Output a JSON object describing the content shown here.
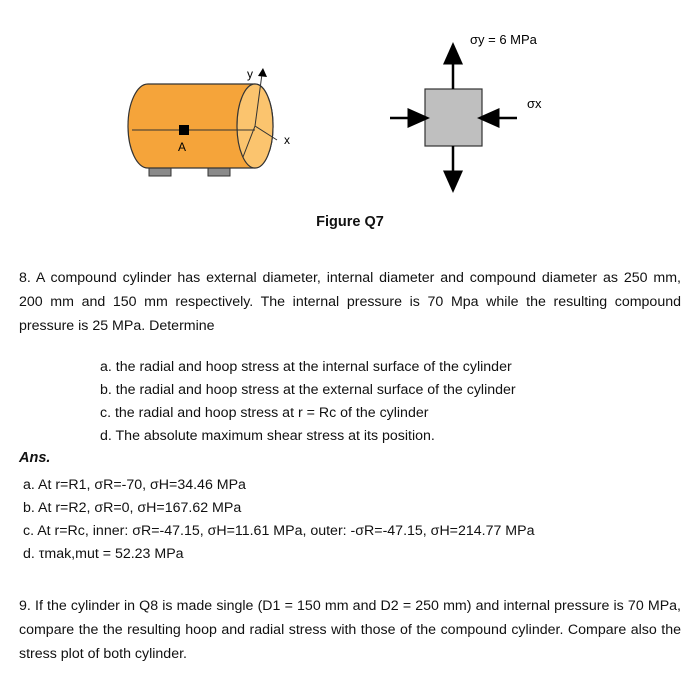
{
  "figure": {
    "sigma_y_label": "σy = 6 MPa",
    "sigma_x_label": "σx",
    "axis_y": "y",
    "axis_x": "x",
    "point_label": "A",
    "caption": "Figure Q7",
    "colors": {
      "cylinder": "#f5a43a",
      "cylinder_end": "#fbc46e",
      "element": "#bfbfbf",
      "support": "#8a8a8a"
    }
  },
  "q8": {
    "text": "8. A compound cylinder has external diameter, internal diameter and compound diameter as 250 mm, 200 mm and 150 mm respectively. The internal pressure is 70 Mpa while the resulting compound pressure is 25 MPa. Determine",
    "items": [
      "a. the radial and hoop stress at the internal surface of the cylinder",
      "b. the radial and hoop stress at the external surface of the cylinder",
      "c. the radial and hoop stress at r = Rc of the cylinder",
      "d. The absolute maximum shear stress at its position."
    ]
  },
  "answers": {
    "heading": "Ans.",
    "lines": [
      "a. At r=R1, σR=-70, σH=34.46 MPa",
      "b. At r=R2, σR=0, σH=167.62 MPa",
      "c. At r=Rc, inner: σR=-47.15, σH=11.61 MPa, outer: -σR=-47.15, σH=214.77 MPa",
      "d. τmak,mut = 52.23 MPa"
    ]
  },
  "q9": {
    "text": "9. If the cylinder in Q8 is made single (D1 = 150 mm and D2 = 250 mm) and internal pressure is 70 MPa, compare the the resulting hoop and radial stress with those of the compound cylinder. Compare also the stress plot of both cylinder."
  }
}
